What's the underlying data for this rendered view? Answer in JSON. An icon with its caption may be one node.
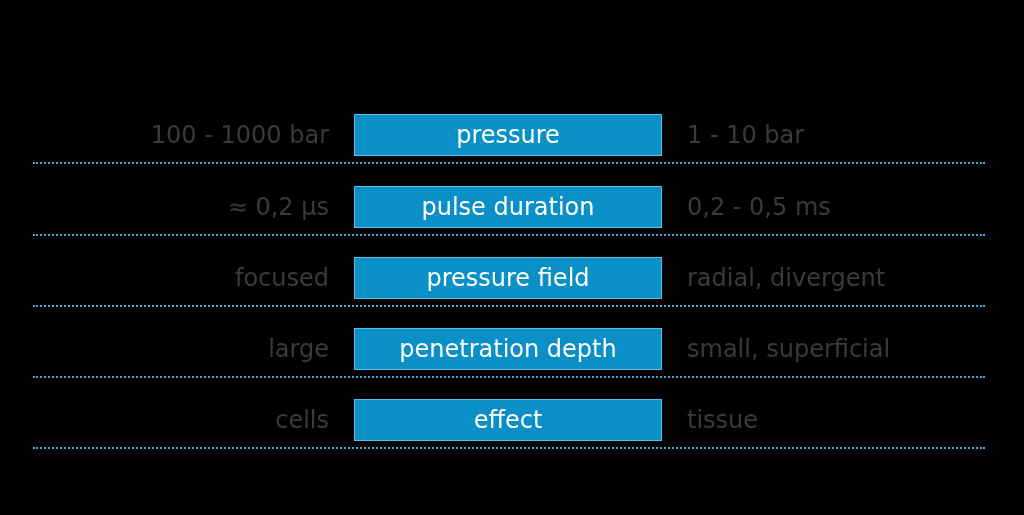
{
  "diagram": {
    "nodes": [
      {
        "text": [
          "pressure"
        ],
        "beside": [
          "100 - 1000 bar",
          "1 - 10 bar"
        ]
      },
      {
        "text": [
          "pulse duration"
        ],
        "beside": [
          "≈ 0,2 µs",
          "0,2 - 0,5 ms"
        ]
      },
      {
        "text": [
          "pressure field"
        ],
        "beside": [
          "focused",
          "radial, divergent"
        ]
      },
      {
        "text": [
          "penetration depth"
        ],
        "beside": [
          "large",
          "small, superficial"
        ]
      },
      {
        "text": [
          "effect"
        ],
        "beside": [
          "cells",
          "tissue"
        ]
      }
    ]
  }
}
